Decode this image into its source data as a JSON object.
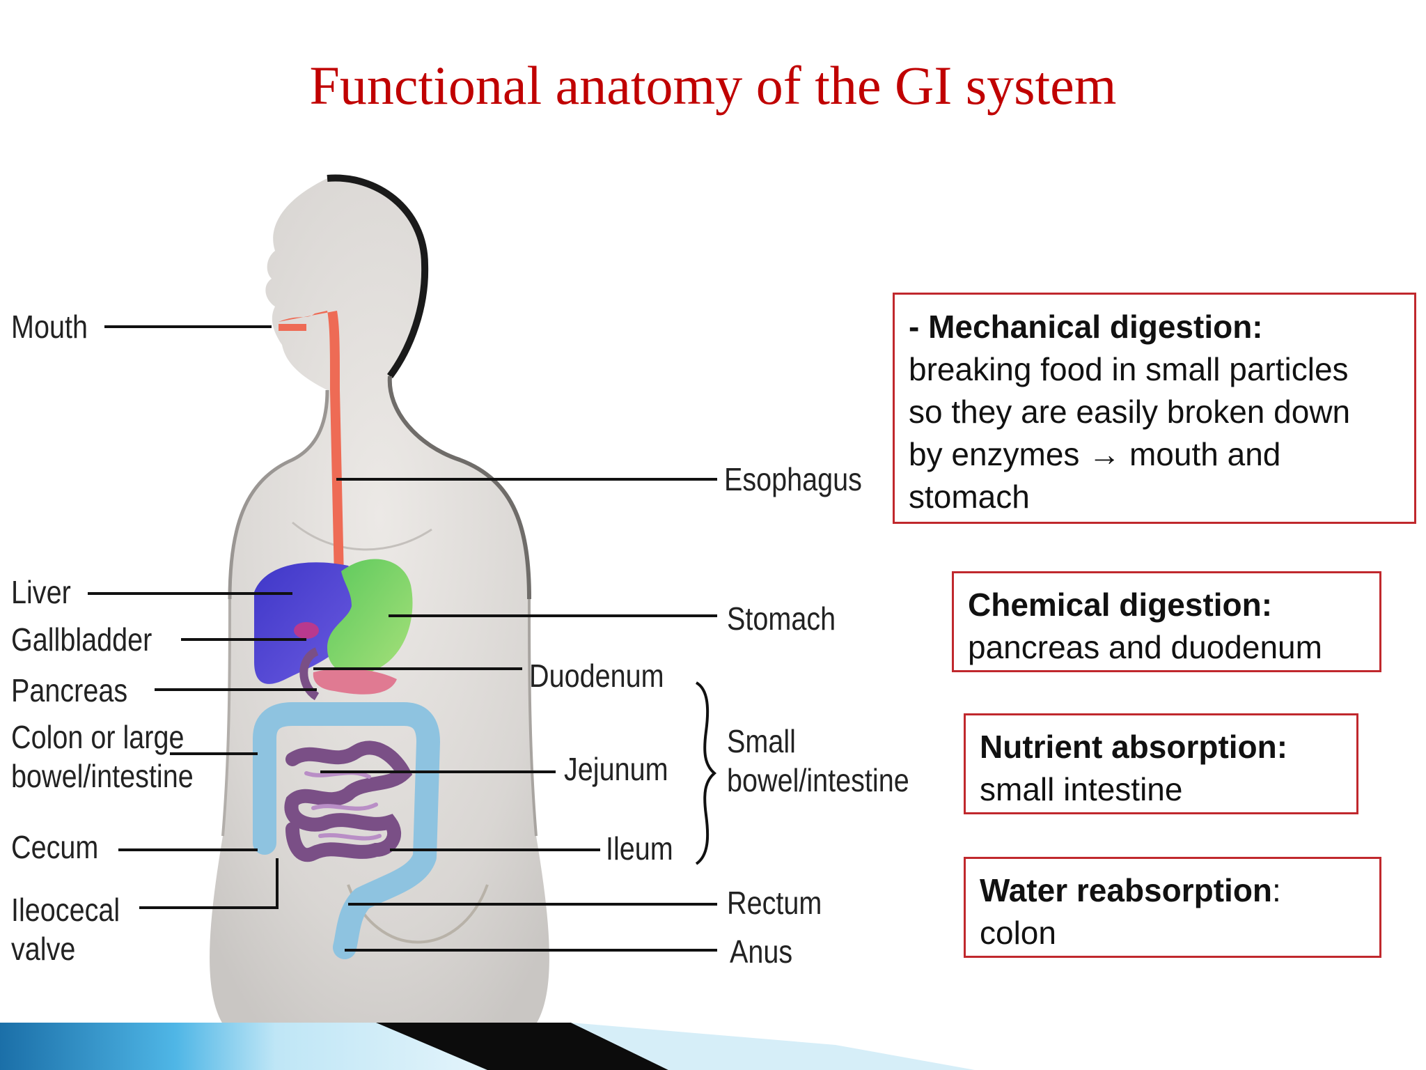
{
  "title": "Functional anatomy of the GI system",
  "labels": {
    "mouth": "Mouth",
    "liver": "Liver",
    "gallbladder": "Gallbladder",
    "pancreas": "Pancreas",
    "colon_line1": "Colon or large",
    "colon_line2": "bowel/intestine",
    "cecum": "Cecum",
    "ileocecal_line1": "Ileocecal",
    "ileocecal_line2": "valve",
    "esophagus": "Esophagus",
    "stomach": "Stomach",
    "duodenum": "Duodenum",
    "jejunum": "Jejunum",
    "ileum": "Ileum",
    "small_line1": "Small",
    "small_line2": "bowel/intestine",
    "rectum": "Rectum",
    "anus": "Anus"
  },
  "boxes": {
    "mechanical": {
      "heading": "- Mechanical digestion:",
      "line1": "breaking food in small particles",
      "line2": "so they are easily broken down",
      "line3": "by enzymes → mouth and",
      "line4": "stomach"
    },
    "chemical": {
      "heading": "Chemical digestion:",
      "body": "pancreas and duodenum"
    },
    "nutrient": {
      "heading": "Nutrient absorption:",
      "body": "small intestine"
    },
    "water": {
      "heading": "Water reabsorption",
      "colon_mark": ":",
      "body": "colon"
    }
  },
  "colors": {
    "title": "#c00000",
    "box_border": "#c0282d",
    "esophagus": "#ee6b55",
    "liver": "#4b3fd0",
    "stomach": "#7ed24e",
    "colon": "#8ec3e0",
    "small_intestine": "#7a4f86",
    "pancreas": "#e07a92"
  }
}
